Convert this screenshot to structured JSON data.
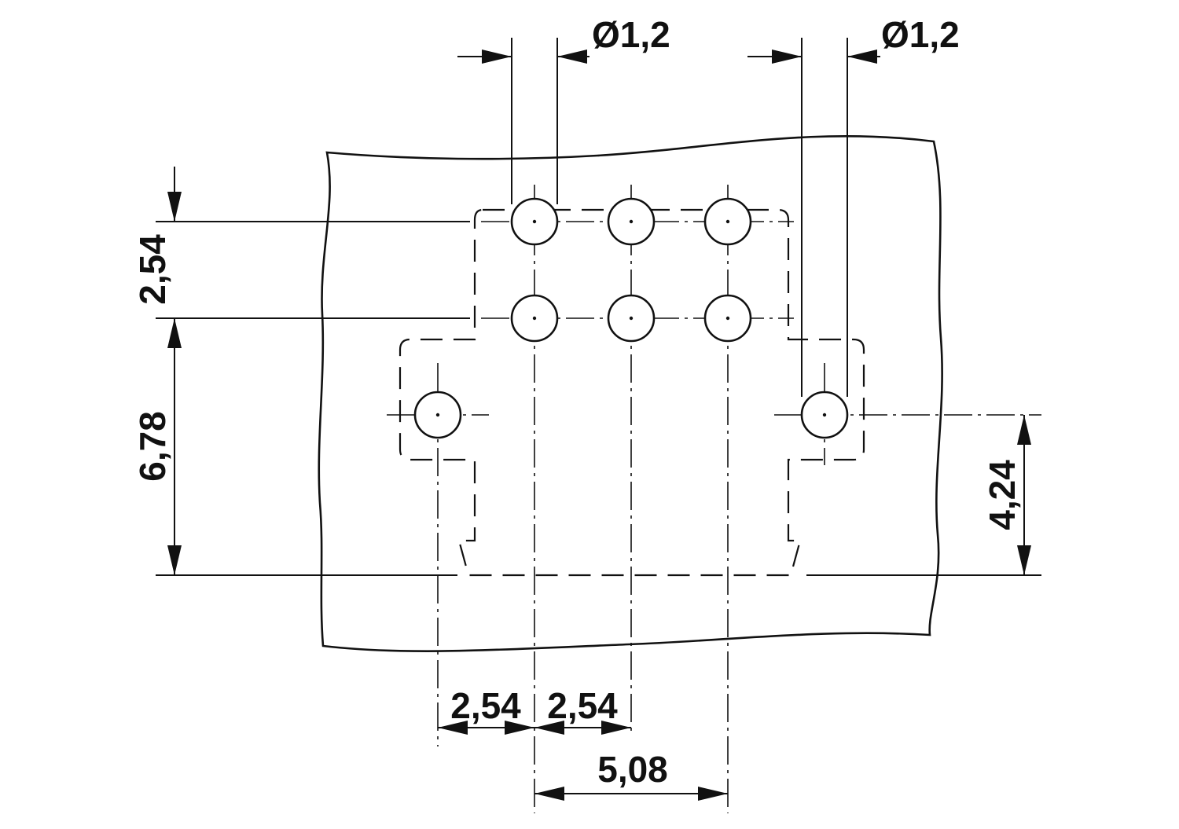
{
  "drawing": {
    "dimensions": {
      "hole_diameter_left": "Ø1,2",
      "hole_diameter_right": "Ø1,2",
      "row_pitch_vertical": "2,54",
      "offset_vertical_left": "6,78",
      "offset_vertical_right": "4,24",
      "pitch_bottom_left": "2,54",
      "pitch_bottom_middle": "2,54",
      "pitch_bottom_span": "5,08"
    }
  }
}
